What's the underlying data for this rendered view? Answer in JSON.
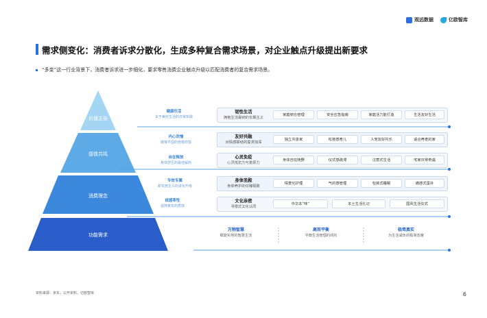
{
  "logos": [
    {
      "name": "观远数据",
      "color": "#2d6ee3"
    },
    {
      "name": "亿欧智库",
      "color": "#28a8e0"
    }
  ],
  "title": "需求侧变化：消费者诉求分散化，生成多种复合需求场景，对企业触点升级提出新要求",
  "subtitle": "“多变”这一行业背景下，消费者诉求进一步细化，要求零售消费企业触点升级以匹配消费者的复合需求场景。",
  "pyramid": {
    "levels": [
      "价值主张",
      "感情共鸣",
      "消费理念",
      "功能需求"
    ],
    "colors": [
      "#9ad0f0",
      "#5aa8e6",
      "#3a86dc",
      "#2458c9"
    ]
  },
  "rows": [
    {
      "left1": "健康乐活",
      "left2": "关于美好生活的日常实践",
      "head": "韧性生活",
      "sub": "拥抱生活最韧的长期主义",
      "chips": [
        "家庭韧仓管理",
        "安全应急指南",
        "家庭活力能打造",
        "生活友好生活"
      ]
    },
    {
      "left1": "",
      "left2": "",
      "head": "友好共融",
      "sub": "对情感联结的需求加深",
      "chips": [
        "独立共享家",
        "松弛感育儿",
        "人宠友好共乐",
        "适合养老的家"
      ]
    },
    {
      "left1": "内心欢愉",
      "left2": "链接不固的自我欢愉",
      "head": "心灵免疫",
      "sub": "心灵抵抗力与复原力",
      "chips": [
        "身体自在随野",
        "仪式感疏滞",
        "注意式生活",
        "宅家日常奇遇"
      ]
    },
    {
      "left1": "自在释放",
      "left2": "身体舒压的最佳解药",
      "head": "身体圣殿",
      "sub": "身体养护的日臻极致",
      "chips": [
        "情景化护理",
        "气的感管理",
        "包装式睡眠",
        "痛感式蛋补"
      ]
    },
    {
      "left1": "专效专属",
      "left2": "新实用主义的进化升级",
      "head": "文化亲密",
      "sub": "寻根式文化认同",
      "chips": [
        "中华本“味”",
        "本土生活礼记",
        "国风生活仪式"
      ]
    }
  ],
  "extra_left": {
    "left1": "纸感率性",
    "left2": "追随真实的质感"
  },
  "bottom": [
    {
      "head": "万物智慧",
      "sub": "赋能实地的智慧生活"
    },
    {
      "head": "高效平衡",
      "sub": "平衡生活管理的闭托"
    },
    {
      "head": "极简真实",
      "sub": "为生活减负的极简态度"
    }
  ],
  "source": "资料来源：京东，公开资料，亿欧智库",
  "page_number": "6"
}
